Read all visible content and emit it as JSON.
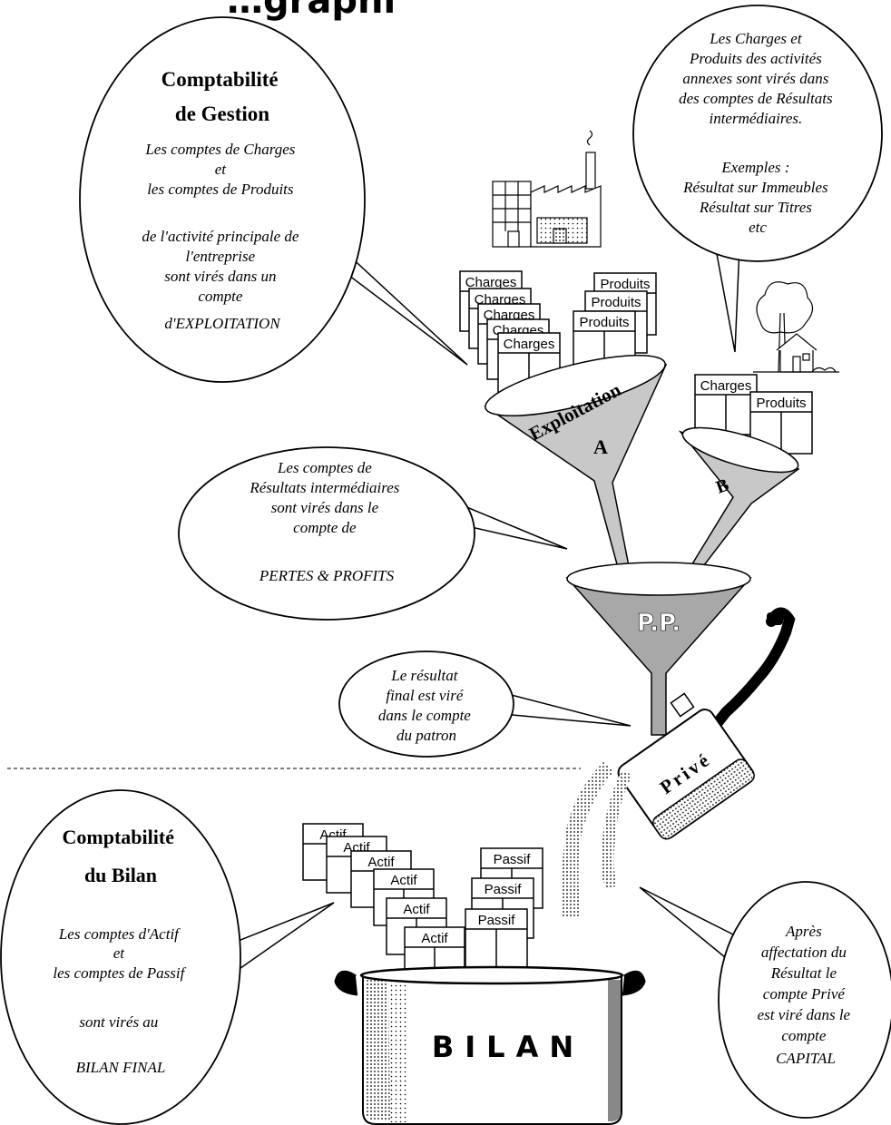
{
  "title_partial": "…graphi",
  "gestion_bubble": {
    "heading": [
      "Comptabilité",
      "de Gestion"
    ],
    "lines": [
      "Les comptes de Charges",
      "et",
      "les comptes de Produits",
      "",
      "de l'activité principale de",
      "l'entreprise",
      "sont virés dans un",
      "compte"
    ],
    "last_line": "d'EXPLOITATION"
  },
  "annexes_bubble": {
    "lines": [
      "Les Charges et",
      "Produits des activités",
      "annexes sont virés dans",
      "des comptes de Résultats",
      "intermédiaires.",
      "",
      "Exemples :",
      "Résultat sur Immeubles",
      "Résultat sur Titres",
      "etc"
    ]
  },
  "pp_bubble": {
    "lines": [
      "Les comptes de",
      "Résultats intermédiaires",
      "sont virés dans le",
      "compte de",
      ""
    ],
    "last_line": "PERTES & PROFITS"
  },
  "patron_bubble": {
    "lines": [
      "Le résultat",
      "final est viré",
      "dans le compte",
      "du patron"
    ]
  },
  "bilan_bubble": {
    "heading": [
      "Comptabilité",
      "du Bilan"
    ],
    "lines": [
      "Les comptes d'Actif",
      "et",
      "les comptes de Passif",
      "",
      "sont virés au",
      ""
    ],
    "last_line": "BILAN FINAL"
  },
  "capital_bubble": {
    "lines": [
      "Après",
      "affectation du",
      "Résultat le",
      "compte Privé",
      "est viré dans le",
      "compte"
    ],
    "last_line": "CAPITAL"
  },
  "accounts": {
    "charges": [
      "Charges",
      "Charges",
      "Charges",
      "Charges",
      "Charges"
    ],
    "produits": [
      "Produits",
      "Produits",
      "Produits"
    ],
    "annex_charges": "Charges",
    "annex_produits": "Produits",
    "actif": [
      "Actif",
      "Actif",
      "Actif",
      "Actif",
      "Actif",
      "Actif"
    ],
    "passif": [
      "Passif",
      "Passif",
      "Passif"
    ]
  },
  "funnels": {
    "exploitation": "Exploitation",
    "a": "A",
    "b": "B",
    "pp": "P.P."
  },
  "can_label": "Privé",
  "pot_label": "BILAN",
  "colors": {
    "ink": "#000000",
    "paper": "#ffffff",
    "funnel_fill": "#c8c8c8",
    "pp_fill": "#a8a8a8"
  }
}
